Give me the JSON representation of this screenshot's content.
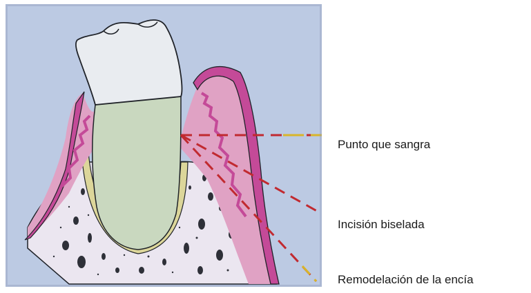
{
  "labels": [
    "Punto que sangra",
    "Incisión biselada",
    "Remodelación de la encía"
  ],
  "colors": {
    "background_paper": "#bccae3",
    "enamel": "#e9ecf0",
    "dentin": "#c9d8bf",
    "gingiva_pink": "#e0a2c4",
    "gingiva_magenta": "#c44a98",
    "bone": "#ebe6f0",
    "periodontal_ligament": "#dcd69a",
    "bone_spots": "#2e3038",
    "dashed_lines": "#c12a30",
    "dashed_lines_end": "#d8b52a",
    "outline": "#1f2228"
  }
}
